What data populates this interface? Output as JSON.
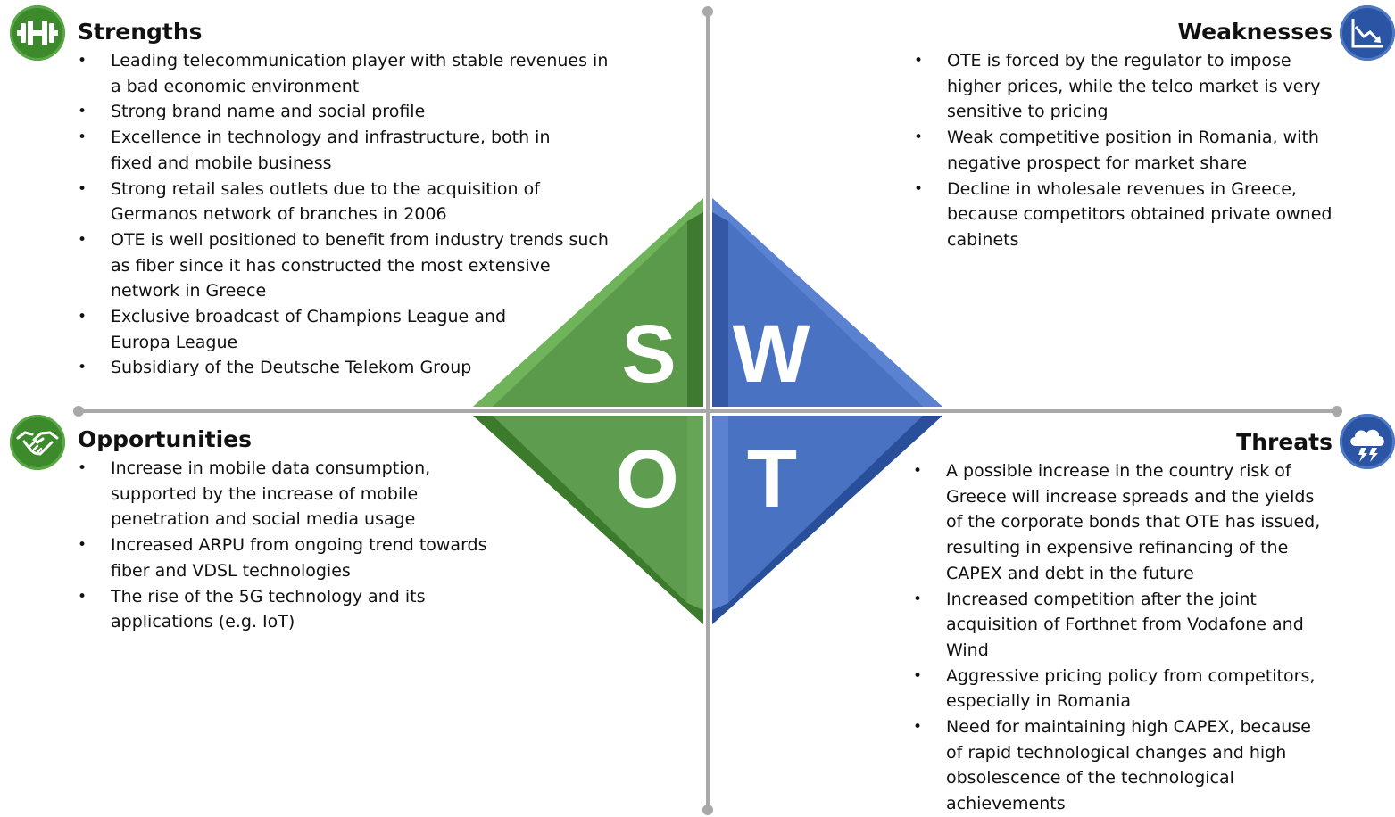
{
  "letters": {
    "s": "S",
    "w": "W",
    "o": "O",
    "t": "T"
  },
  "colors": {
    "green_dark": "#3c7a2c",
    "green_mid": "#5a9a4a",
    "green_light": "#73ad63",
    "blue_dark": "#2a4f9a",
    "blue_mid": "#4a72c2",
    "blue_light": "#6a8fd4",
    "axis": "#a8a8a8"
  },
  "strengths": {
    "title": "Strengths",
    "icon": "dumbbell-icon",
    "items": [
      "Leading telecommunication player with stable revenues in a bad economic environment",
      "Strong brand name and social profile",
      "Excellence in technology and infrastructure, both in fixed and mobile business",
      "Strong retail sales outlets due to the acquisition of Germanos network of branches in 2006",
      "OTE is well positioned to benefit from industry trends such as fiber since it has constructed the most extensive network in Greece",
      "Exclusive broadcast of Champions League and Europa League",
      "Subsidiary of the Deutsche Telekom Group"
    ]
  },
  "weaknesses": {
    "title": "Weaknesses",
    "icon": "declining-chart-icon",
    "items": [
      "OTE is forced by the regulator to impose higher prices, while  the telco market is very sensitive to pricing",
      "Weak competitive position in Romania, with negative prospect for market share",
      "Decline in wholesale revenues in Greece, because competitors obtained private owned cabinets"
    ]
  },
  "opportunities": {
    "title": "Opportunities",
    "icon": "handshake-icon",
    "items": [
      "Increase in mobile data consumption, supported by the increase of mobile penetration and social media usage",
      "Increased ARPU from ongoing trend towards fiber and VDSL technologies",
      "The rise of the 5G technology and its applications (e.g. IoT)"
    ]
  },
  "threats": {
    "title": "Threats",
    "icon": "storm-cloud-icon",
    "items": [
      "A possible increase in the country risk of Greece will increase spreads and the yields of the corporate bonds that OTE has issued, resulting in expensive refinancing of the CAPEX and debt in the future",
      "Increased competition after the joint acquisition of Forthnet from Vodafone and Wind",
      "Aggressive pricing policy from competitors, especially in Romania",
      "Need for maintaining high CAPEX, because of rapid technological changes and high obsolescence  of the technological achievements"
    ]
  }
}
